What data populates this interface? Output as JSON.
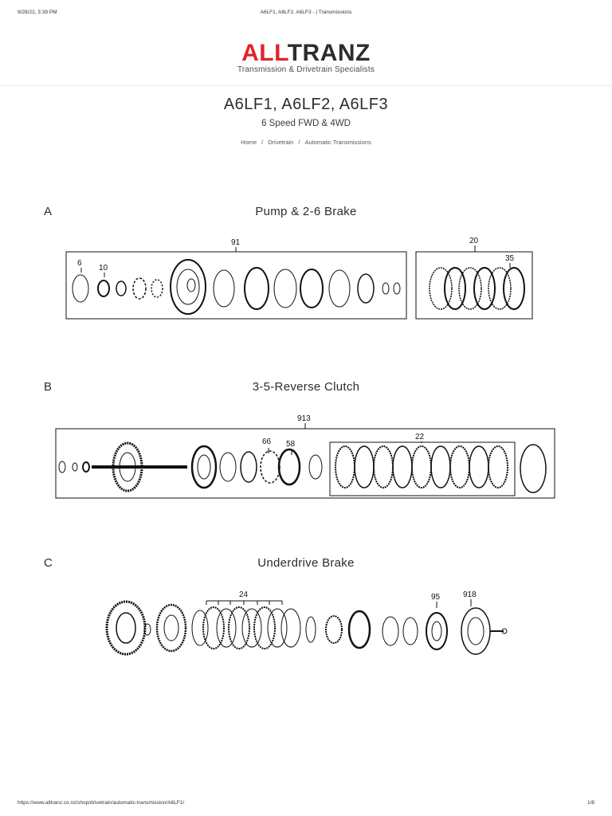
{
  "print": {
    "datetime": "9/28/22, 3:39 PM",
    "doc_title": "A6LF1, A6LF2, A6LF3 - | Transmissions",
    "url": "https://www.alltranz.co.nz/shop/drivetrain/automatic-transmission/A6LF1/",
    "page": "1/8"
  },
  "logo": {
    "word_red": "ALL",
    "word_dark": "TRANZ",
    "tagline": "Transmission & Drivetrain Specialists"
  },
  "page": {
    "title": "A6LF1, A6LF2, A6LF3",
    "subtitle": "6 Speed FWD & 4WD"
  },
  "breadcrumb": {
    "items": [
      "Home",
      "Drivetrain",
      "Automatic Transmissions"
    ],
    "separator": "/"
  },
  "sections": [
    {
      "letter": "A",
      "title": "Pump & 2-6 Brake",
      "callouts": [
        "91",
        "20",
        "6",
        "10",
        "35"
      ]
    },
    {
      "letter": "B",
      "title": "3-5-Reverse Clutch",
      "callouts": [
        "913",
        "66",
        "58",
        "22"
      ]
    },
    {
      "letter": "C",
      "title": "Underdrive Brake",
      "callouts": [
        "24",
        "95",
        "918"
      ]
    }
  ]
}
